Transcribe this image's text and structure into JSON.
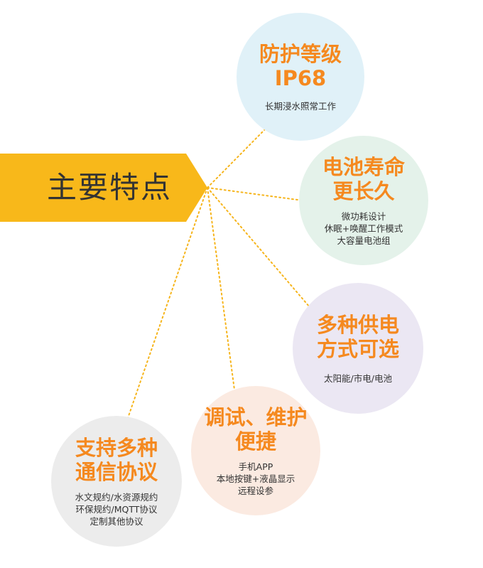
{
  "main_title": "主要特点",
  "colors": {
    "banner": "#f8b81a",
    "title_orange": "#f5891f",
    "connector": "#f6b51d",
    "circle_ip": "#e0f1f8",
    "circle_battery": "#e4f2ea",
    "circle_power": "#ebe7f3",
    "circle_maintenance": "#fbeae1",
    "circle_protocol": "#ececec"
  },
  "features": [
    {
      "id": "ip68",
      "title_lines": [
        "防护等级",
        "IP68"
      ],
      "desc_lines": [
        "长期浸水照常工作"
      ]
    },
    {
      "id": "battery",
      "title_lines": [
        "电池寿命",
        "更长久"
      ],
      "desc_lines": [
        "微功耗设计",
        "休眠+唤醒工作模式",
        "大容量电池组"
      ]
    },
    {
      "id": "power",
      "title_lines": [
        "多种供电",
        "方式可选"
      ],
      "desc_lines": [
        "太阳能/市电/电池"
      ]
    },
    {
      "id": "maintenance",
      "title_lines": [
        "调试、维护",
        "便捷"
      ],
      "desc_lines": [
        "手机APP",
        "本地按键+液晶显示",
        "远程设参"
      ]
    },
    {
      "id": "protocol",
      "title_lines": [
        "支持多种",
        "通信协议"
      ],
      "desc_lines": [
        "水文规约/水资源规约",
        "环保规约/MQTT协议",
        "定制其他协议"
      ]
    }
  ]
}
